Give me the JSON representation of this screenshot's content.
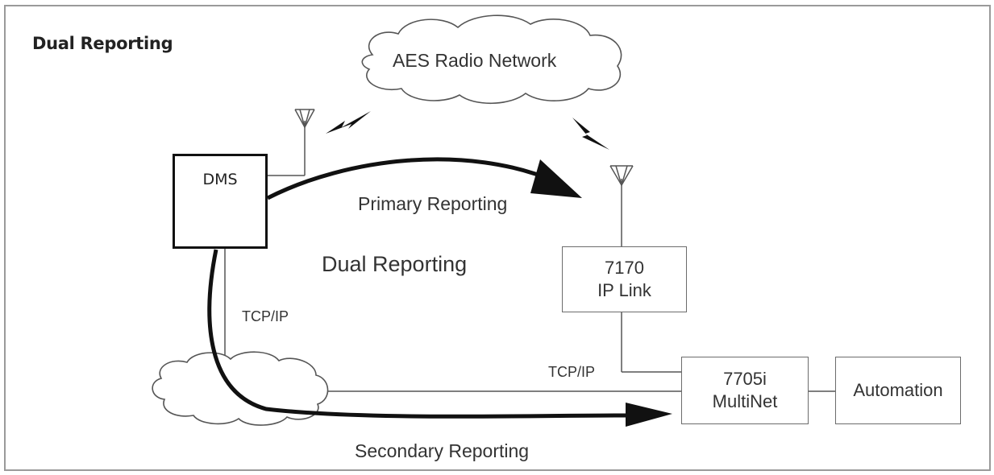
{
  "diagram": {
    "title": "Dual Reporting",
    "center_label": "Dual Reporting",
    "nodes": {
      "cloud_radio": "AES Radio Network",
      "dms": "DMS",
      "ip_link_line1": "7170",
      "ip_link_line2": "IP Link",
      "multinet_line1": "7705i",
      "multinet_line2": "MultiNet",
      "automation": "Automation"
    },
    "labels": {
      "primary": "Primary Reporting",
      "secondary": "Secondary Reporting",
      "tcpip_vertical": "TCP/IP",
      "tcpip_horizontal": "TCP/IP"
    }
  }
}
